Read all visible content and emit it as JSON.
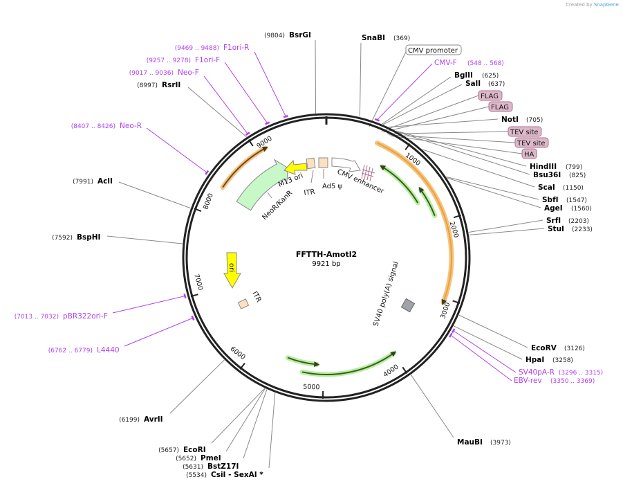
{
  "credit": {
    "prefix": "Created by",
    "brand": "SnapGene"
  },
  "plasmid": {
    "name": "FFTTH-Amotl2",
    "length_label": "9921 bp",
    "length": 9921
  },
  "ticks": [
    "1000",
    "2000",
    "3000",
    "4000",
    "5000",
    "6000",
    "7000",
    "8000",
    "9000"
  ],
  "enzymes": [
    {
      "name": "SnaBI",
      "pos": 369,
      "pos_label": "(369)"
    },
    {
      "name": "BglII",
      "pos": 625,
      "pos_label": "(625)"
    },
    {
      "name": "SalI",
      "pos": 637,
      "pos_label": "(637)"
    },
    {
      "name": "NotI",
      "pos": 705,
      "pos_label": "(705)"
    },
    {
      "name": "HindIII",
      "pos": 799,
      "pos_label": "(799)"
    },
    {
      "name": "Bsu36I",
      "pos": 825,
      "pos_label": "(825)"
    },
    {
      "name": "ScaI",
      "pos": 1150,
      "pos_label": "(1150)"
    },
    {
      "name": "SbfI",
      "pos": 1547,
      "pos_label": "(1547)"
    },
    {
      "name": "AgeI",
      "pos": 1560,
      "pos_label": "(1560)"
    },
    {
      "name": "SrfI",
      "pos": 2203,
      "pos_label": "(2203)"
    },
    {
      "name": "StuI",
      "pos": 2233,
      "pos_label": "(2233)"
    },
    {
      "name": "EcoRV",
      "pos": 3126,
      "pos_label": "(3126)"
    },
    {
      "name": "HpaI",
      "pos": 3258,
      "pos_label": "(3258)"
    },
    {
      "name": "MauBI",
      "pos": 3973,
      "pos_label": "(3973)"
    },
    {
      "name": "BsrGI",
      "pos": 9804,
      "pos_label": "(9804)"
    },
    {
      "name": "RsrII",
      "pos": 8997,
      "pos_label": "(8997)"
    },
    {
      "name": "AclI",
      "pos": 7991,
      "pos_label": "(7991)"
    },
    {
      "name": "BspHI",
      "pos": 7592,
      "pos_label": "(7592)"
    },
    {
      "name": "AvrII",
      "pos": 6199,
      "pos_label": "(6199)"
    },
    {
      "name": "EcoRI",
      "pos": 5657,
      "pos_label": "(5657)"
    },
    {
      "name": "PmeI",
      "pos": 5652,
      "pos_label": "(5652)"
    },
    {
      "name": "BstZ17I",
      "pos": 5631,
      "pos_label": "(5631)"
    },
    {
      "name": "CsiI  - SexAI *",
      "pos": 5534,
      "pos_label": "(5534)"
    }
  ],
  "primers": [
    {
      "name": "CMV-F",
      "pos": 558,
      "range": "(548 .. 568)"
    },
    {
      "name": "SV40pA-R",
      "pos": 3305,
      "range": "(3296 .. 3315)"
    },
    {
      "name": "EBV-rev",
      "pos": 3360,
      "range": "(3350 .. 3369)"
    },
    {
      "name": "F1ori-R",
      "pos": 9478,
      "range": "(9469 .. 9488)"
    },
    {
      "name": "F1ori-F",
      "pos": 9267,
      "range": "(9257 .. 9278)"
    },
    {
      "name": "Neo-F",
      "pos": 9026,
      "range": "(9017 .. 9036)"
    },
    {
      "name": "Neo-R",
      "pos": 8416,
      "range": "(8407 .. 8426)"
    },
    {
      "name": "pBR322ori-F",
      "pos": 7022,
      "range": "(7013 .. 7032)"
    },
    {
      "name": "L4440",
      "pos": 6770,
      "range": "(6762 .. 6779)"
    }
  ],
  "boxed_features": [
    {
      "name": "CMV promoter",
      "pos": 500,
      "color": "#ffffff"
    },
    {
      "name": "FLAG",
      "pos": 650,
      "color": "#dcb8c8"
    },
    {
      "name": "FLAG",
      "pos": 675,
      "color": "#dcb8c8"
    },
    {
      "name": "TEV site",
      "pos": 720,
      "color": "#dcb8c8"
    },
    {
      "name": "TEV site",
      "pos": 745,
      "color": "#dcb8c8"
    },
    {
      "name": "HA",
      "pos": 770,
      "color": "#dcb8c8"
    }
  ],
  "inner_features": {
    "m13_ori": "M13 ori",
    "itr_top": "ITR",
    "ad5": "Ad5 ψ",
    "cmv_enh": "CMV enhancer",
    "neo": "NeoR/KanR",
    "ori": "ori",
    "itr_left": "ITR",
    "sv40": "SV40 poly(A) signal"
  },
  "colors": {
    "primer": "#b040f0",
    "orf": "#f7c27a",
    "misc": "#b6ef9a",
    "neo": "#c8f7c8",
    "ori": "#ffff00",
    "itr": "#fde0c0",
    "polyA": "#a0a4a8"
  }
}
